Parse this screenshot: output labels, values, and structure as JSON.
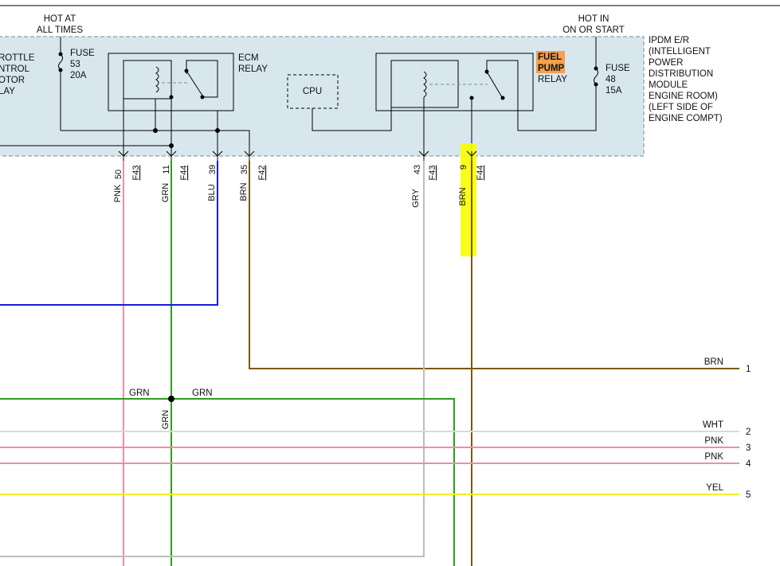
{
  "colors": {
    "module_fill": "#d8e7ee",
    "module_border": "#7a8a95",
    "wire_black": "#000000",
    "pnk": "#f08ca8",
    "grn": "#2aa01a",
    "blu": "#1a1ad8",
    "brn": "#7a5a12",
    "gry": "#bdbdbd",
    "wht": "#d9d9d9",
    "yel": "#f0f020",
    "highlight_yellow": "#f7ff00",
    "highlight_orange": "#f5a04a"
  },
  "header": {
    "hot_at_line1": "HOT AT",
    "hot_at_line2": "ALL TIMES",
    "hot_in_line1": "HOT IN",
    "hot_in_line2": "ON OR START"
  },
  "left_relay_lines": [
    "ROTTLE",
    "NTROL",
    "OTOR",
    "LAY"
  ],
  "fuse53": [
    "FUSE",
    "53",
    "20A"
  ],
  "ecm_relay": [
    "ECM",
    "RELAY"
  ],
  "cpu": "CPU",
  "fuel_pump_relay": {
    "line1": "FUEL",
    "line2": "PUMP",
    "line3": "RELAY"
  },
  "fuse48": [
    "FUSE",
    "48",
    "15A"
  ],
  "ipdm": [
    "IPDM E/R",
    "(INTELLIGENT",
    "POWER",
    "DISTRIBUTION",
    "MODULE",
    "ENGINE ROOM)",
    "(LEFT SIDE OF",
    "ENGINE COMPT)"
  ],
  "terminals": [
    {
      "pin": "50",
      "connector": "F43",
      "color": "PNK"
    },
    {
      "pin": "11",
      "connector": "F44",
      "color": "GRN"
    },
    {
      "pin": "39",
      "connector": "",
      "color": "BLU"
    },
    {
      "pin": "35",
      "connector": "F42",
      "color": "BRN"
    },
    {
      "pin": "43",
      "connector": "F43",
      "color": "GRY"
    },
    {
      "pin": "9",
      "connector": "F44",
      "color": "BRN"
    }
  ],
  "junction_labels": {
    "left": "GRN",
    "right": "GRN",
    "down": "GRN"
  },
  "outputs": [
    {
      "label": "BRN",
      "num": "1"
    },
    {
      "label": "WHT",
      "num": "2"
    },
    {
      "label": "PNK",
      "num": "3"
    },
    {
      "label": "PNK",
      "num": "4"
    },
    {
      "label": "YEL",
      "num": "5"
    }
  ]
}
